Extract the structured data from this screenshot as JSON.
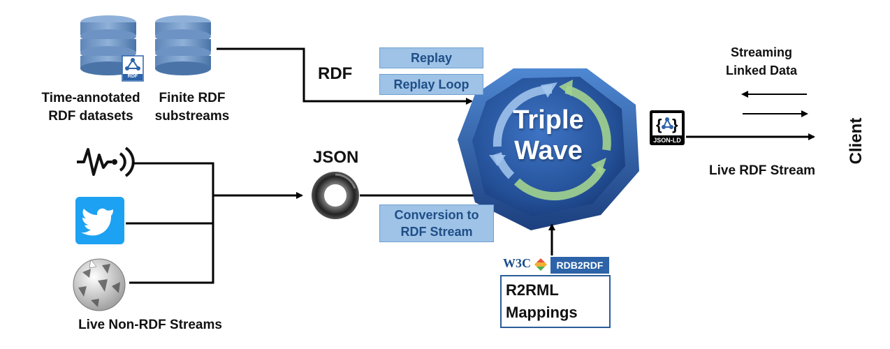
{
  "sources": {
    "time_annotated_label": "Time-annotated RDF datasets",
    "time_annotated_line1": "Time-annotated",
    "time_annotated_line2": "RDF datasets",
    "finite_line1": "Finite RDF",
    "finite_line2": "substreams",
    "rdf_badge": "RDF",
    "live_non_rdf": "Live Non-RDF Streams"
  },
  "flows": {
    "rdf_label": "RDF",
    "json_label": "JSON",
    "replay": "Replay",
    "replay_loop": "Replay Loop",
    "conversion_line1": "Conversion to",
    "conversion_line2": "RDF Stream"
  },
  "core": {
    "title_line1": "Triple",
    "title_line2": "Wave"
  },
  "mapping": {
    "w3c": "W3C",
    "rdb2rdf": "RDB2RDF",
    "line1": "R2RML",
    "line2": "Mappings"
  },
  "output": {
    "jsonld_badge": "JSON-LD",
    "streaming_line1": "Streaming",
    "streaming_line2": "Linked Data",
    "live_rdf_stream": "Live RDF Stream",
    "client": "Client"
  },
  "colors": {
    "accent_blue": "#2d63a8",
    "box_fill": "#9fc3e7",
    "box_text": "#1f4e86",
    "core_dark": "#1d3f7a",
    "twitter": "#1da1f2"
  }
}
